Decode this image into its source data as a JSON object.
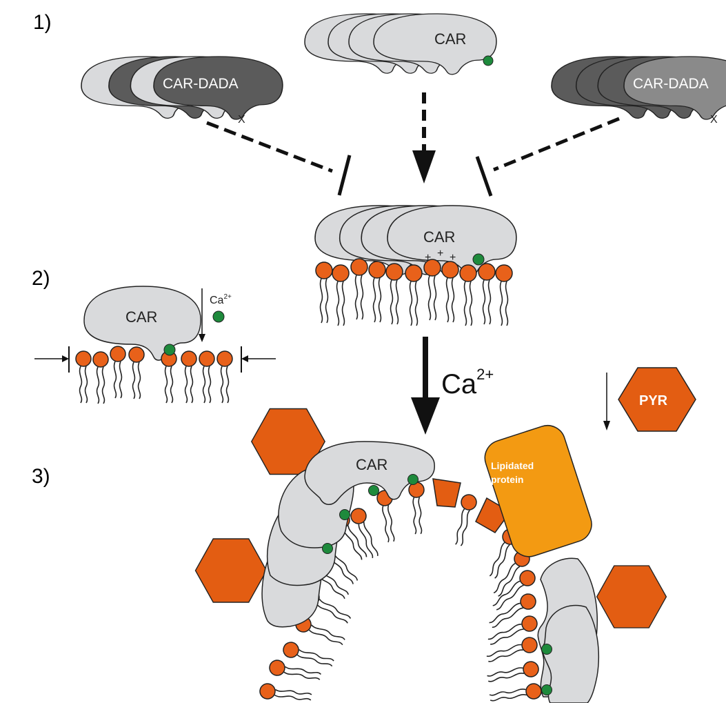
{
  "steps": {
    "one": "1)",
    "two": "2)",
    "three": "3)"
  },
  "labels": {
    "car": "CAR",
    "car_dada": "CAR-DADA",
    "x_mark": "X",
    "plus": "+",
    "ca_big_base": "Ca",
    "ca_big_sup": "2+",
    "ca_small_base": "Ca",
    "ca_small_sup": "2+",
    "pyr": "PYR",
    "lipidated_line1": "Lipidated",
    "lipidated_line2": "protein"
  },
  "colors": {
    "protein_light": "#d9dadc",
    "protein_dark": "#5b5b5b",
    "protein_mid": "#8a8a8a",
    "lipid_head": "#e8611a",
    "calcium": "#1e8a3c",
    "pyr": "#e35d12",
    "lipidated_protein": "#f39a12",
    "outline": "#111111"
  }
}
